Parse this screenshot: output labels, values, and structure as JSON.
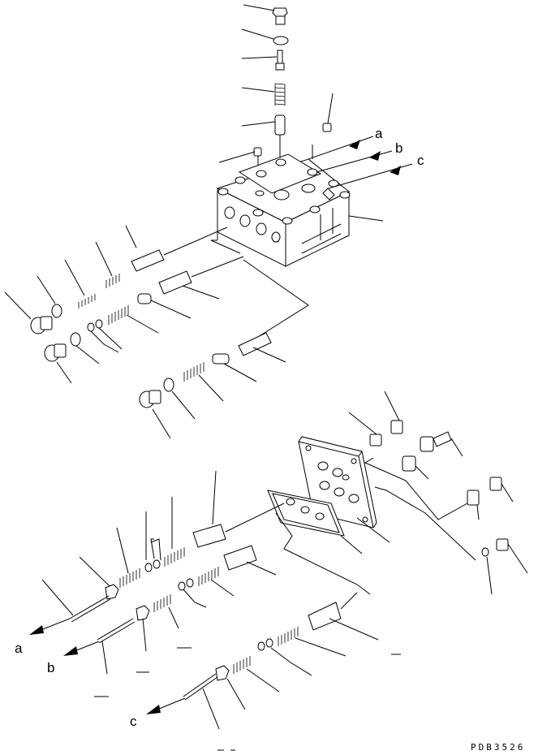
{
  "diagram": {
    "callouts": {
      "a_upper": "a",
      "b_upper": "b",
      "c_upper": "c",
      "a_lower": "a",
      "b_lower": "b",
      "c_lower": "c"
    },
    "drawing_code": "PDB3526"
  }
}
